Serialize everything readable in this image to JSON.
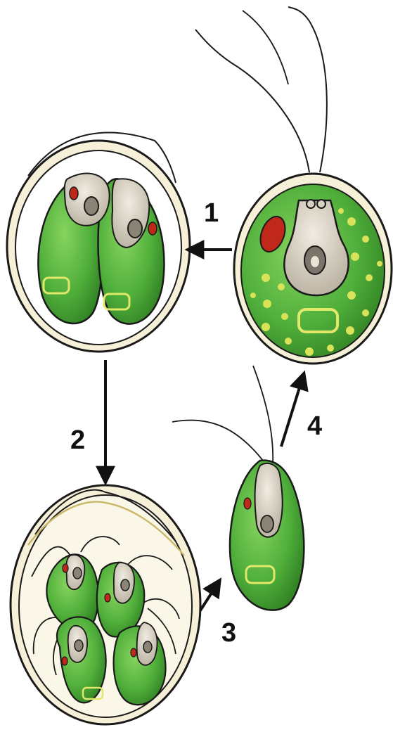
{
  "diagram": {
    "steps": [
      {
        "id": 1,
        "label": "1"
      },
      {
        "id": 2,
        "label": "2"
      },
      {
        "id": 3,
        "label": "3"
      },
      {
        "id": 4,
        "label": "4"
      }
    ],
    "colors": {
      "cell_green": "#4fae3a",
      "cell_green_dark": "#2f7d22",
      "cell_green_light": "#7fcf58",
      "nucleus_beige": "#d9d2c2",
      "eyespot_red": "#c0281b",
      "pyrenoid_yellow": "#e2e86a",
      "outline": "#1a1a1a",
      "wall_cream": "#f4ecd0",
      "arrow": "#111111"
    }
  }
}
